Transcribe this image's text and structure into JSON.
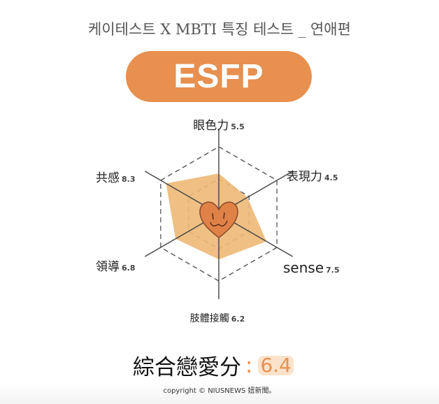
{
  "title": "케이테스트 X MBTI 특징 테스트 _ 연애편",
  "mbti_type": "ESFP",
  "chart_data": {
    "type": "radar",
    "max": 10,
    "axes": [
      {
        "label": "眼色力",
        "value": 5.5,
        "value_label": "5.5"
      },
      {
        "label": "表現力",
        "value": 4.5,
        "value_label": "4.5"
      },
      {
        "label": "sense",
        "value": 7.5,
        "value_label": "7.5"
      },
      {
        "label": "肢體接觸",
        "value": 6.2,
        "value_label": "6.2"
      },
      {
        "label": "領導",
        "value": 6.8,
        "value_label": "6.8"
      },
      {
        "label": "共感",
        "value": 8.3,
        "value_label": "8.3"
      }
    ],
    "fill_color": "#EDB876",
    "center_color": "#E08248"
  },
  "score": {
    "label": "綜合戀愛分",
    "colon": ":",
    "value": "6.4"
  },
  "footer": "copyright © NIUSNEWS 妞新聞。"
}
